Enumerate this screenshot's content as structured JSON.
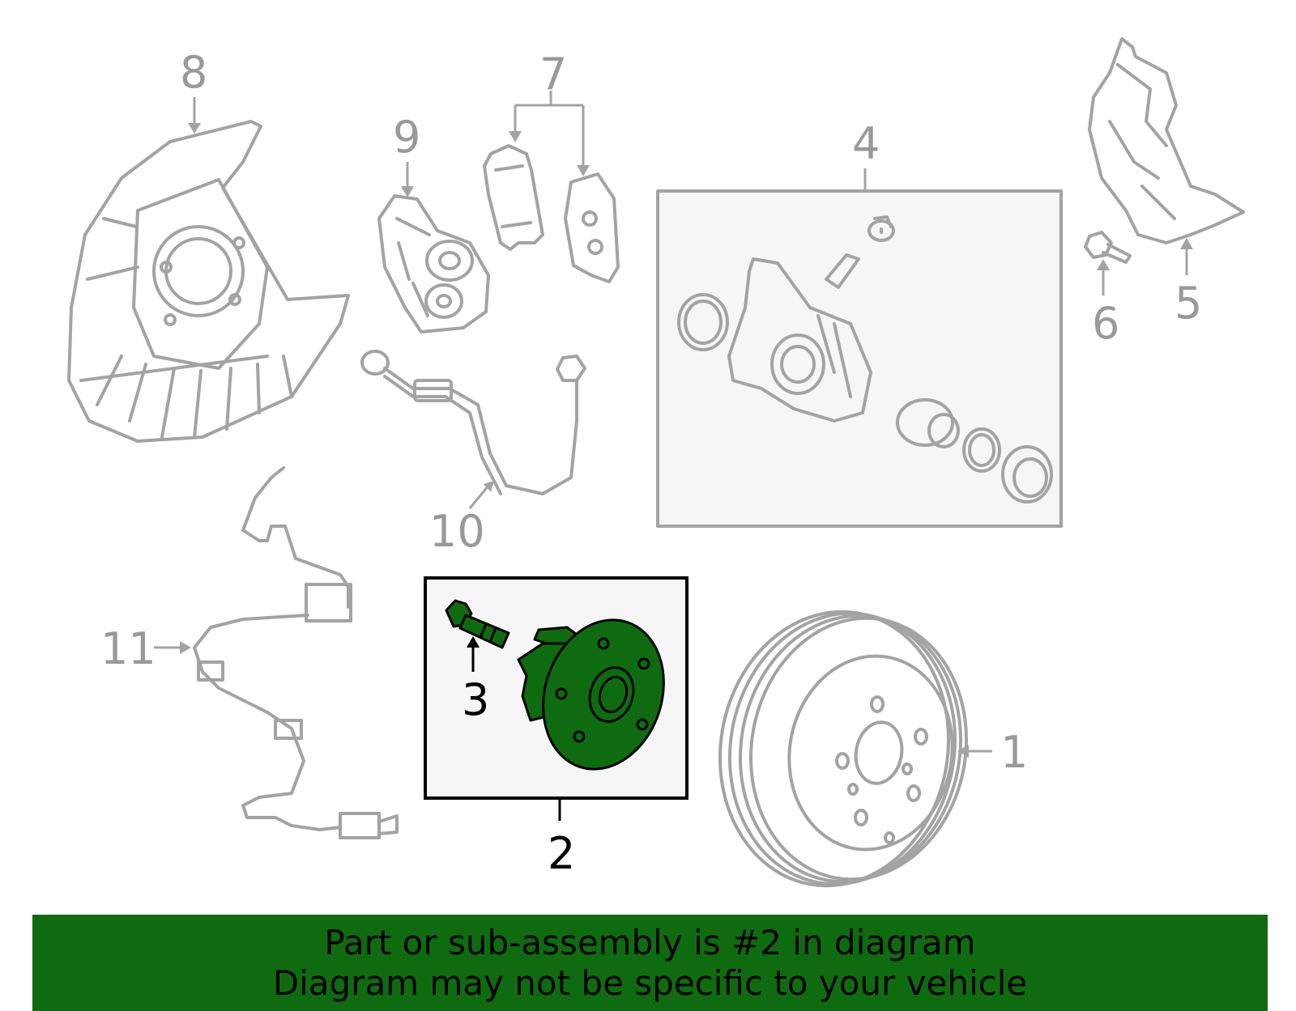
{
  "callouts": {
    "c1": "1",
    "c2": "2",
    "c3": "3",
    "c4": "4",
    "c5": "5",
    "c6": "6",
    "c7": "7",
    "c8": "8",
    "c9": "9",
    "c10": "10",
    "c11": "11"
  },
  "banner": {
    "line1": "Part or sub-assembly is #2 in diagram",
    "line2": "Diagram may not be specific to your vehicle"
  },
  "colors": {
    "highlight": "#0f6b0f",
    "outline": "#a3a3a3",
    "box_fill": "#f6f6f6"
  }
}
